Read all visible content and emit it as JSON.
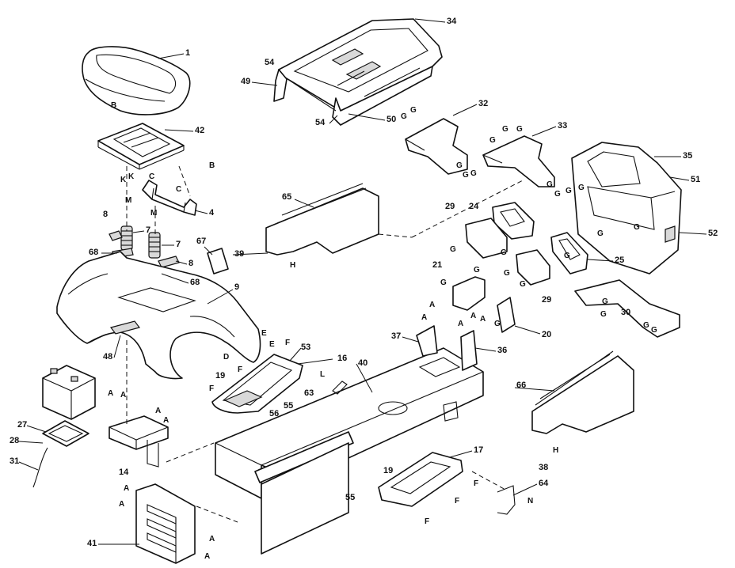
{
  "callouts": {
    "c1": "1",
    "c4": "4",
    "c7a": "7",
    "c7b": "7",
    "c8a": "8",
    "c8b": "8",
    "c9": "9",
    "c14": "14",
    "c16": "16",
    "c17": "17",
    "c19a": "19",
    "c19b": "19",
    "c20": "20",
    "c21": "21",
    "c24": "24",
    "c25": "25",
    "c27": "27",
    "c28": "28",
    "c29a": "29",
    "c29b": "29",
    "c30": "30",
    "c31": "31",
    "c32": "32",
    "c33": "33",
    "c34": "34",
    "c35": "35",
    "c36": "36",
    "c37": "37",
    "c38": "38",
    "c39": "39",
    "c40": "40",
    "c41": "41",
    "c42": "42",
    "c48": "48",
    "c49": "49",
    "c50": "50",
    "c51": "51",
    "c52": "52",
    "c53": "53",
    "c54a": "54",
    "c54b": "54",
    "c55a": "55",
    "c55b": "55",
    "c56": "56",
    "c63": "63",
    "c64": "64",
    "c65": "65",
    "c66": "66",
    "c67": "67",
    "c68a": "68",
    "c68b": "68"
  },
  "letters": {
    "a1": "A",
    "a2": "A",
    "a3": "A",
    "a4": "A",
    "a5": "A",
    "a6": "A",
    "a7": "A",
    "a8": "A",
    "a9": "A",
    "a10": "A",
    "a11": "A",
    "a12": "A",
    "a13": "A",
    "b1": "B",
    "b2": "B",
    "c1": "C",
    "c2": "C",
    "d1": "D",
    "e1": "E",
    "e2": "E",
    "f1": "F",
    "f2": "F",
    "f3": "F",
    "f4": "F",
    "f5": "F",
    "f6": "F",
    "g1": "G",
    "g2": "G",
    "g3": "G",
    "g4": "G",
    "g5": "G",
    "g6": "G",
    "g7": "G",
    "g8": "G",
    "g9": "G",
    "g10": "G",
    "g11": "G",
    "g12": "G",
    "g13": "G",
    "g14": "G",
    "g15": "G",
    "g16": "G",
    "g17": "G",
    "g18": "G",
    "g19": "G",
    "g20": "G",
    "g21": "G",
    "g22": "G",
    "g23": "G",
    "g24": "G",
    "g25": "G",
    "g26": "G",
    "h1": "H",
    "h2": "H",
    "k1": "K",
    "k2": "K",
    "l1": "L",
    "m1": "M",
    "m2": "M",
    "n1": "N"
  }
}
